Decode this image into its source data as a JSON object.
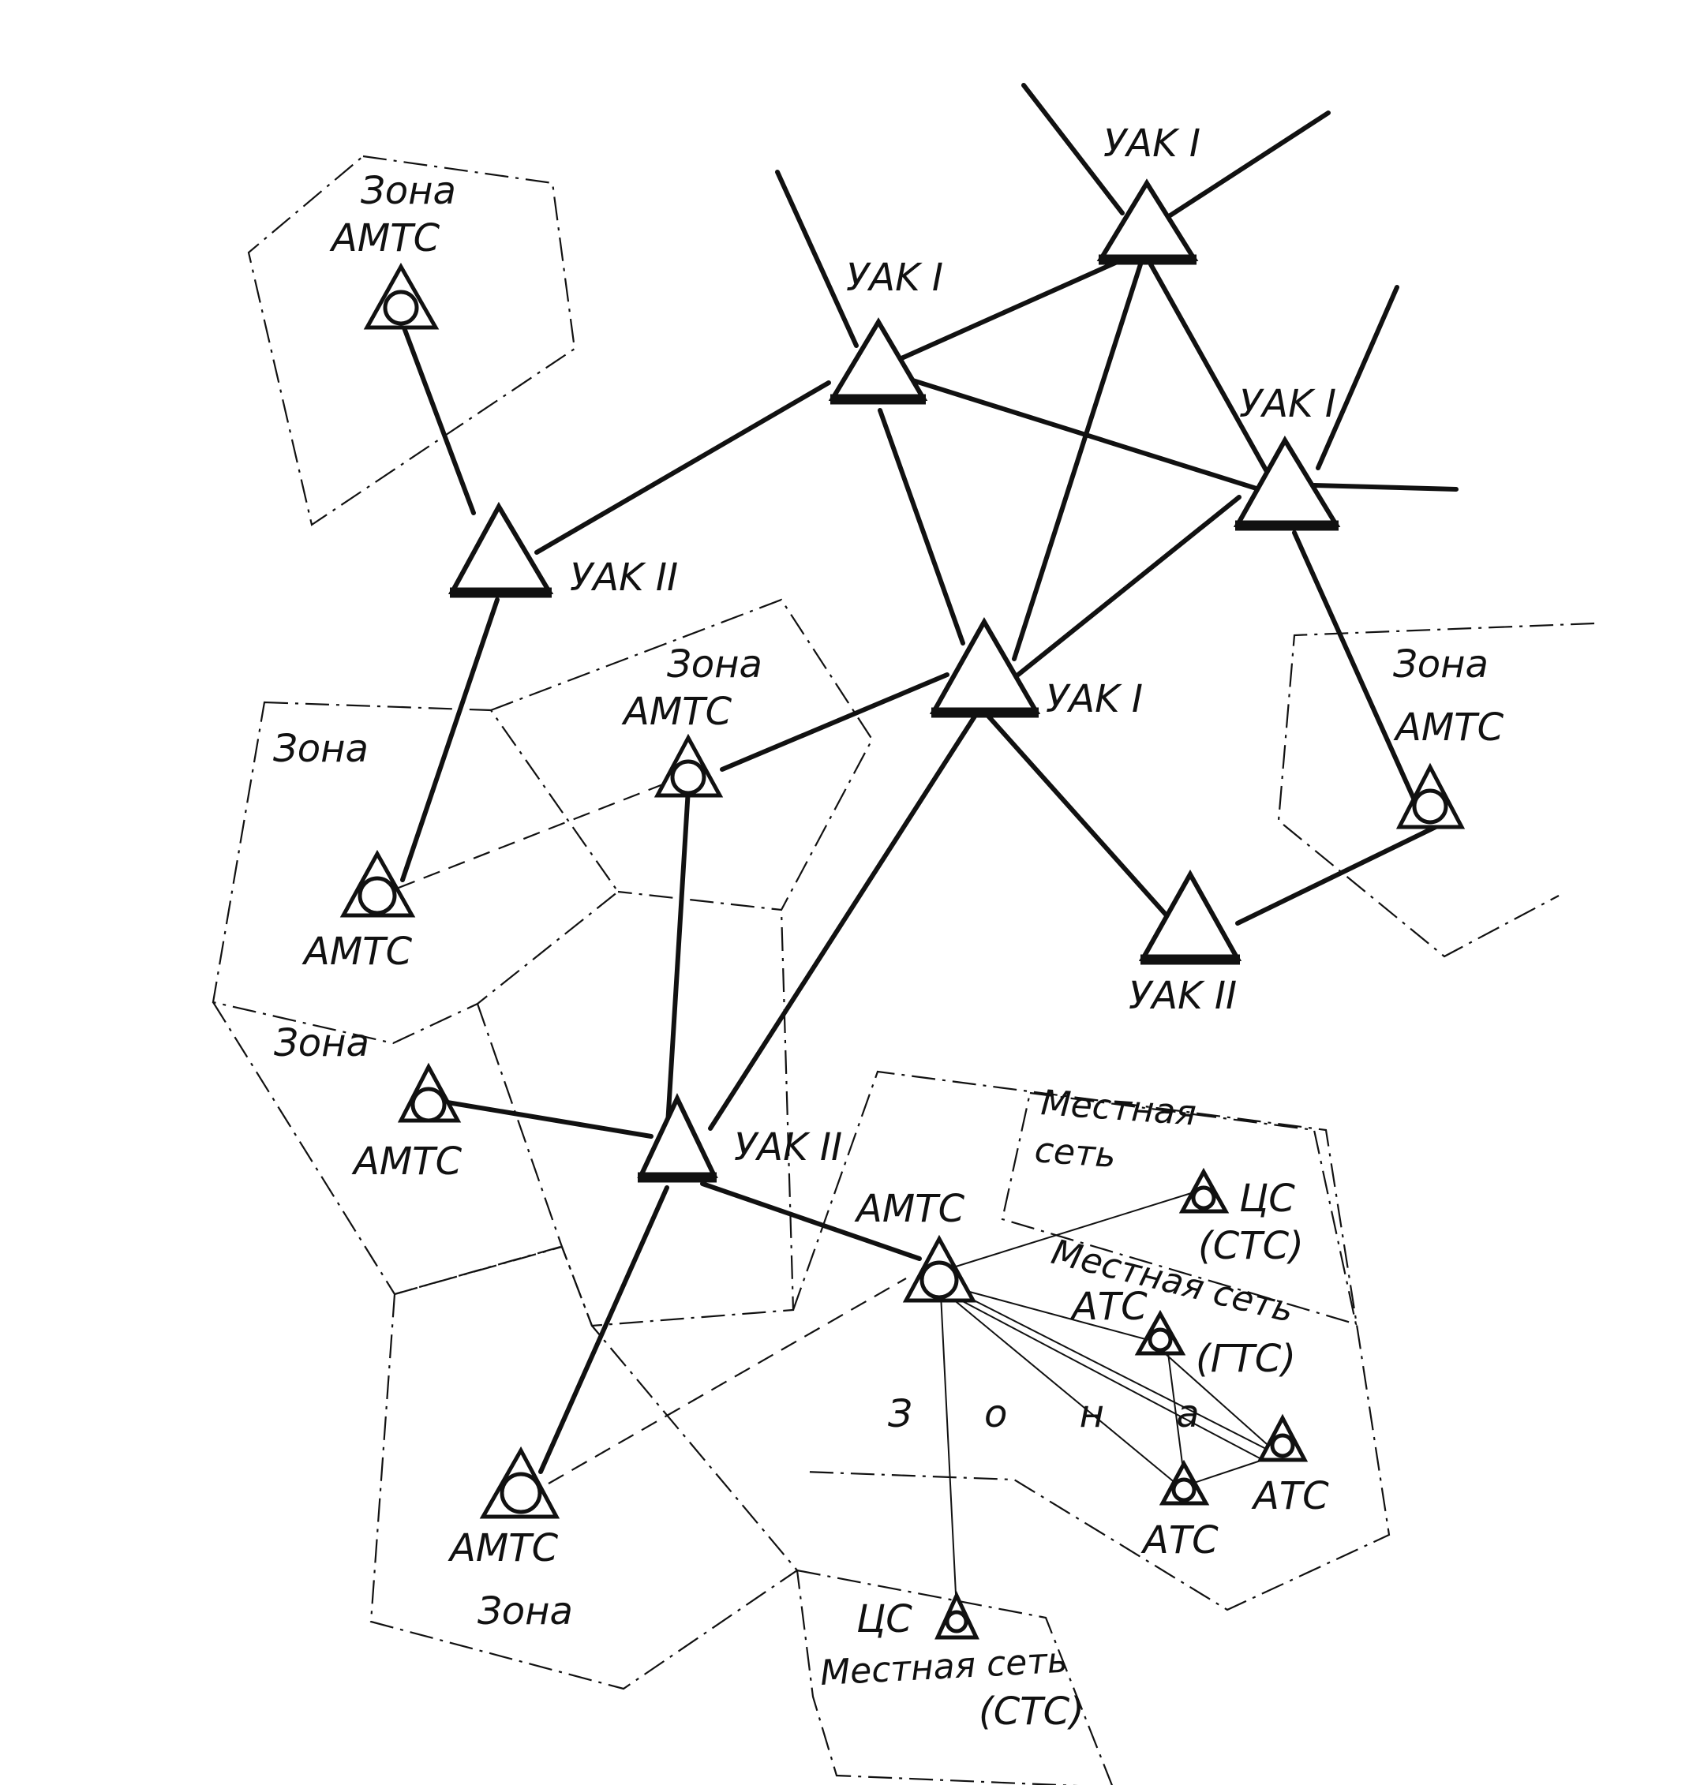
{
  "labels": {
    "yak1": "УAK I",
    "yak2": "УAK II",
    "amts": "АМТС",
    "zona": "Зона",
    "zona_spaced": "З о н а",
    "mestnaya_set": "Местная",
    "set": "сеть",
    "mestnaya_set_full": "Местная сеть",
    "cs": "ЦС",
    "sts": "(СТС)",
    "gts": "(ГТС)",
    "ats": "АТС"
  }
}
